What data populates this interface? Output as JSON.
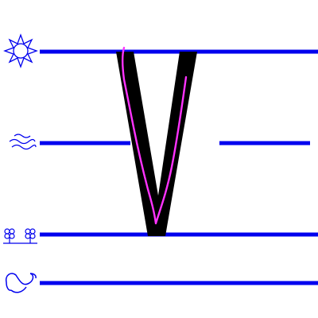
{
  "app": {
    "letter": "V",
    "activity": "letter-tracing"
  },
  "guide_lines": [
    {
      "level": "sky",
      "icon": "sun-icon"
    },
    {
      "level": "cloud",
      "icon": "cloud-icon"
    },
    {
      "level": "grass",
      "icon": "grass-icon"
    },
    {
      "level": "worm",
      "icon": "worm-icon"
    }
  ],
  "colors": {
    "guide_line": "#0000ee",
    "icon_stroke": "#0000ee",
    "letter_fill": "#000000",
    "trace_stroke": "#ff33ff",
    "background": "#ffffff"
  },
  "trace": {
    "status": "in-progress"
  }
}
